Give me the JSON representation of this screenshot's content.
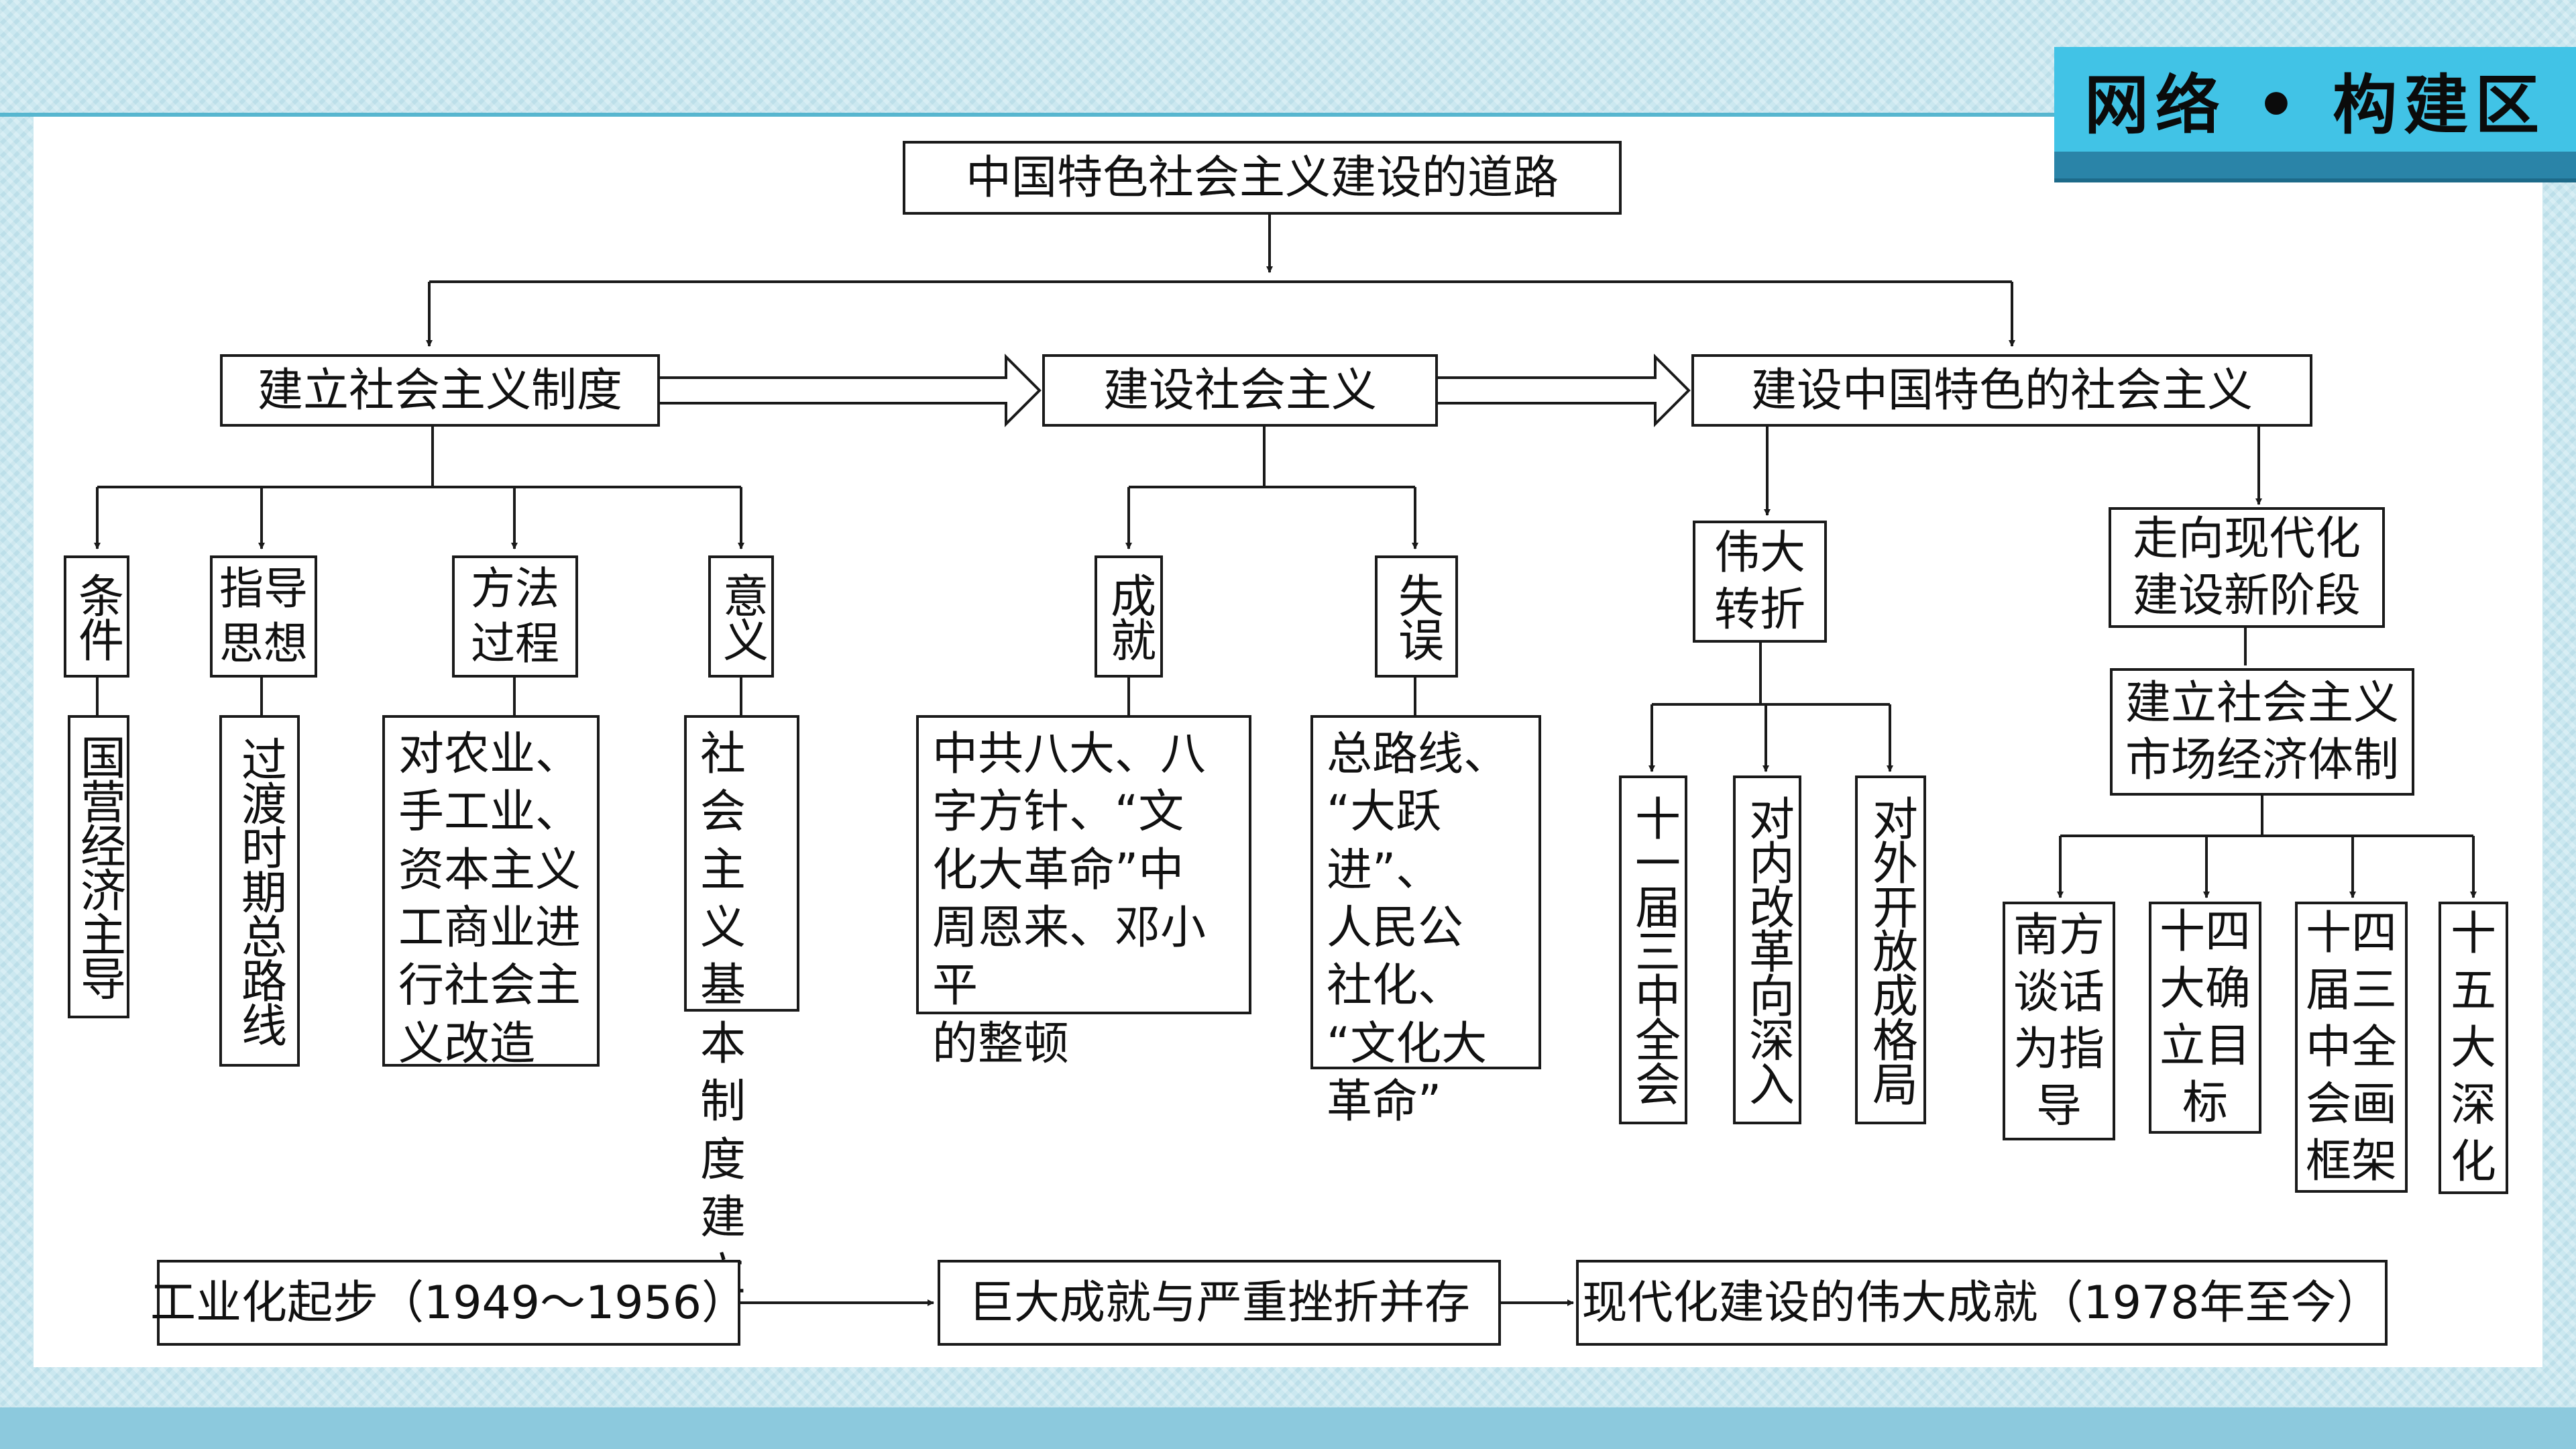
{
  "badge": "网络 • 构建区",
  "root": "中国特色社会主义建设的道路",
  "stages": [
    "建立社会主义制度",
    "建设社会主义",
    "建设中国特色的社会主义"
  ],
  "s1": {
    "heads": [
      "条件",
      "指导思想",
      "方法过程",
      "意义"
    ],
    "details": [
      "国营经济主导",
      "过渡时期总路线",
      "对农业、\n手工业、\n资本主义\n工商业进\n行社会主\n义改造",
      "社会\n主义\n基本\n制度\n建立"
    ]
  },
  "s2": {
    "heads": [
      "成就",
      "失误"
    ],
    "details": [
      "中共八大、八\n字方针、“文\n化大革命”中\n周恩来、邓小平\n的整顿",
      "总路线、\n“大跃进”、\n人民公\n社化、\n“文化大\n革命”"
    ]
  },
  "s3": {
    "turn": "伟大\n转折",
    "turn_items": [
      "十一届三中全会",
      "对内改革向深入",
      "对外开放成格局"
    ],
    "modern": "走向现代化\n建设新阶段",
    "market": "建立社会主义\n市场经济体制",
    "market_items": [
      "南方\n谈话\n为指\n导",
      "十四\n大确\n立目\n标",
      "十四\n届三\n中全\n会画\n框架",
      "十\n五\n大\n深\n化"
    ]
  },
  "timeline": [
    "工业化起步（1949～1956）",
    "巨大成就与严重挫折并存",
    "现代化建设的伟大成就（1978年至今）"
  ]
}
